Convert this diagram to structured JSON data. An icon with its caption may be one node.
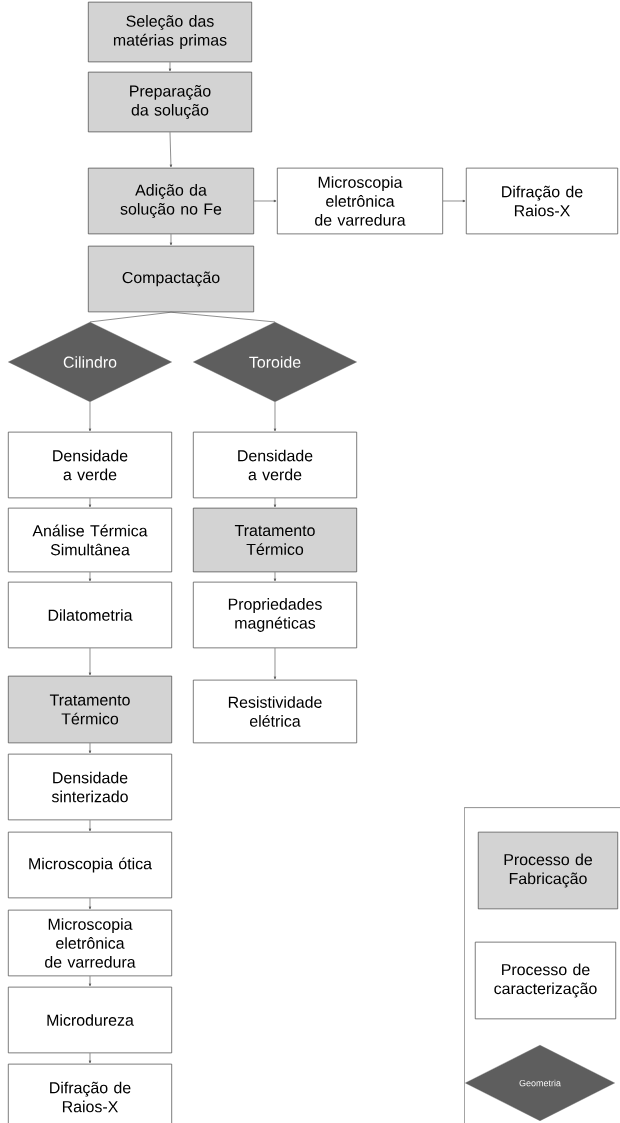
{
  "diagram": {
    "nodes": [
      {
        "text": [
          "Seleção das matérias primas"
        ]
      },
      {
        "text": [
          "Preparação da solução"
        ]
      },
      {
        "text": [
          "Adição da solução no Fe"
        ]
      },
      {
        "text": [
          "Microscopia eletrônica de varredura"
        ]
      },
      {
        "text": [
          "Difração de Raios-X"
        ]
      },
      {
        "text": [
          "Compactação"
        ]
      },
      {
        "text": [
          "Cilindro"
        ]
      },
      {
        "text": [
          "Toroide"
        ]
      },
      {
        "text": [
          "Densidade a verde"
        ]
      },
      {
        "text": [
          "Análise Térmica Simultânea"
        ]
      },
      {
        "text": [
          "Dilatometria"
        ]
      },
      {
        "text": [
          "Tratamento Térmico"
        ]
      },
      {
        "text": [
          "Densidade sinterizado"
        ]
      },
      {
        "text": [
          "Microscopia ótica"
        ]
      },
      {
        "text": [
          "Microscopia eletrônica de varredura"
        ]
      },
      {
        "text": [
          "Microdureza"
        ]
      },
      {
        "text": [
          "Difração de Raios-X"
        ]
      },
      {
        "text": [
          "Densidade a verde"
        ]
      },
      {
        "text": [
          "Tratamento Térmico"
        ]
      },
      {
        "text": [
          "Propriedades magnéticas"
        ]
      },
      {
        "text": [
          "Resistividade elétrica"
        ]
      },
      {
        "text": [],
        "shape": "box"
      },
      {
        "text": [
          "Processo de Fabricação"
        ],
        "in": 21
      },
      {
        "text": [
          "Processo de caracterização"
        ],
        "in": 21
      },
      {
        "text": [
          "Geometria"
        ],
        "in": 21
      }
    ],
    "edges": [
      {
        "from": 0,
        "to": 1,
        "arrow": "to"
      },
      {
        "from": 1,
        "to": 2,
        "arrow": "to"
      },
      {
        "from": 2,
        "to": 3,
        "arrow": "to"
      },
      {
        "from": 3,
        "to": 4,
        "arrow": "to"
      },
      {
        "from": 2,
        "to": 5,
        "arrow": "to"
      },
      {
        "from": 5,
        "to": 6,
        "arrow": "none"
      },
      {
        "from": 5,
        "to": 7,
        "arrow": "none"
      },
      {
        "from": 6,
        "to": 8,
        "arrow": "to"
      },
      {
        "from": 8,
        "to": 9,
        "arrow": "to"
      },
      {
        "from": 9,
        "to": 10,
        "arrow": "to"
      },
      {
        "from": 10,
        "to": 11,
        "arrow": "to"
      },
      {
        "from": 11,
        "to": 12,
        "arrow": "to"
      },
      {
        "from": 12,
        "to": 13,
        "arrow": "to"
      },
      {
        "from": 13,
        "to": 14,
        "arrow": "to"
      },
      {
        "from": 14,
        "to": 15,
        "arrow": "to"
      },
      {
        "from": 15,
        "to": 16,
        "arrow": "to"
      },
      {
        "from": 7,
        "to": 17,
        "arrow": "to"
      },
      {
        "from": 17,
        "to": 18,
        "arrow": "to"
      },
      {
        "from": 18,
        "to": 19,
        "arrow": "to"
      },
      {
        "from": 19,
        "to": 20,
        "arrow": "to"
      }
    ]
  }
}
